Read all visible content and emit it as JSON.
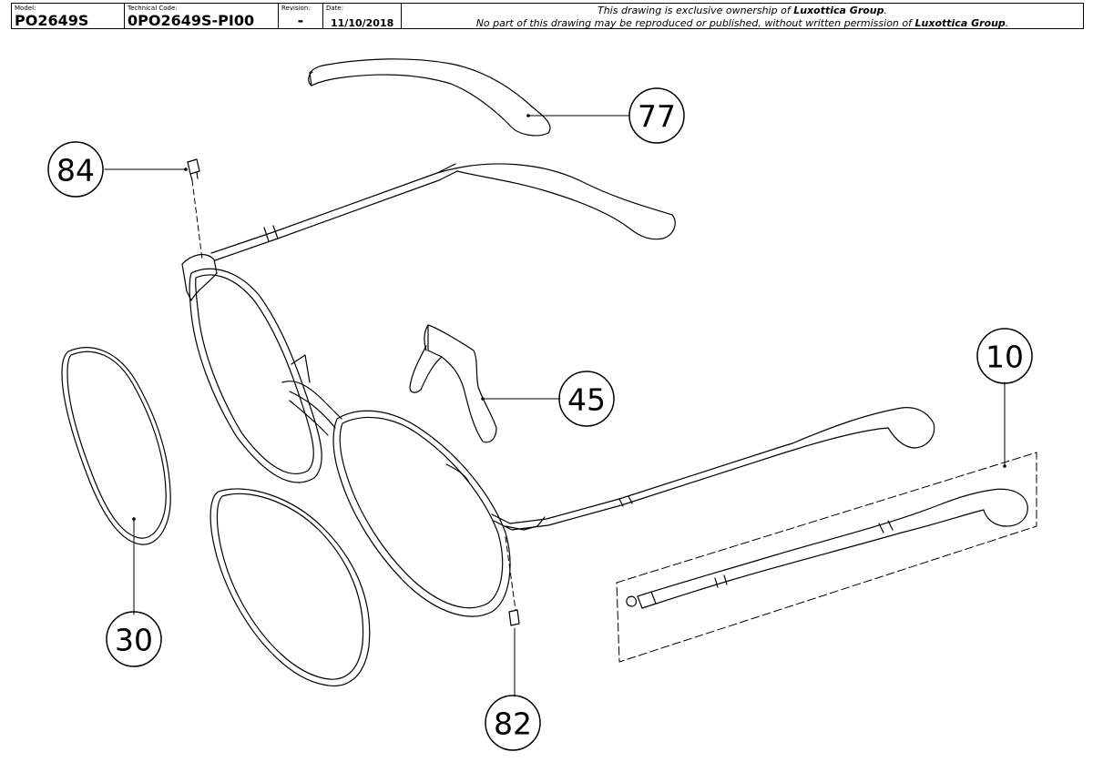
{
  "header": {
    "model_caption": "Model:",
    "model": "PO2649S",
    "tech_caption": "Technical Code:",
    "tech_code": "0PO2649S-PI00",
    "rev_caption": "Revision:",
    "revision": "-",
    "date_caption": "Date:",
    "date": "11/10/2018",
    "notice_line1_a": "This drawing is exclusive ownership of ",
    "notice_line1_b": "Luxottica Group",
    "notice_line1_c": ".",
    "notice_line2_a": "No part of this drawing may be reproduced or published, without written permission of ",
    "notice_line2_b": "Luxottica Group",
    "notice_line2_c": "."
  },
  "callouts": {
    "c77": "77",
    "c84": "84",
    "c45": "45",
    "c10": "10",
    "c30": "30",
    "c82": "82"
  },
  "colors": {
    "line": "#000000",
    "background": "#ffffff"
  }
}
